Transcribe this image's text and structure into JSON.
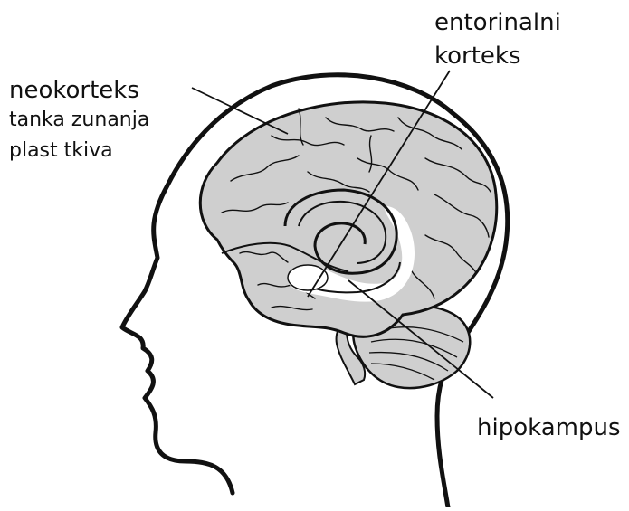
{
  "labels": {
    "neocortex": {
      "name": "neokorteks",
      "description_line1": "tanka zunanja",
      "description_line2": "plast tkiva"
    },
    "entorhinal_cortex": {
      "line1": "entorinalni",
      "line2": "korteks"
    },
    "hippocampus": {
      "name": "hipokampus"
    }
  },
  "colors": {
    "brain_fill": "#cfcfcf",
    "outline": "#111111",
    "highlight": "#ffffff",
    "background": "#ffffff"
  }
}
